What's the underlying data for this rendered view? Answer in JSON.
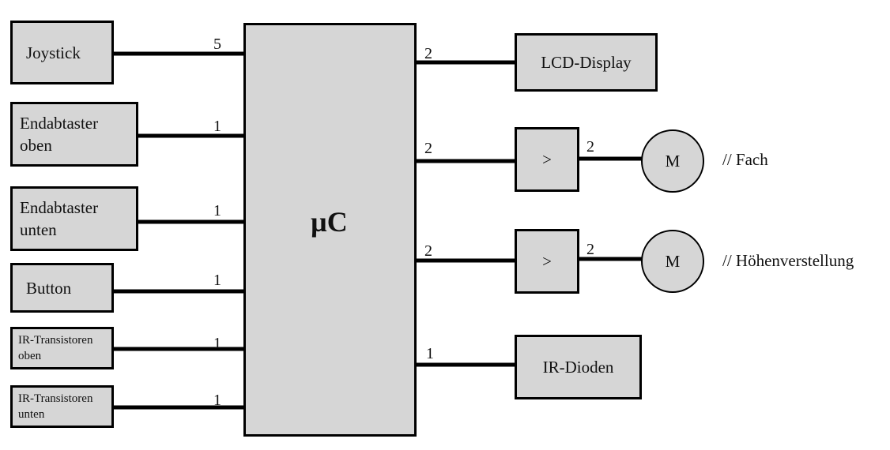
{
  "microcontroller": {
    "label": "µC"
  },
  "inputs": [
    {
      "name": "joystick",
      "lines": [
        "Joystick"
      ],
      "wires": "5"
    },
    {
      "name": "endabtaster-oben",
      "lines": [
        "Endabtaster",
        "oben"
      ],
      "wires": "1"
    },
    {
      "name": "endabtaster-unten",
      "lines": [
        "Endabtaster",
        "unten"
      ],
      "wires": "1"
    },
    {
      "name": "button",
      "lines": [
        "Button"
      ],
      "wires": "1"
    },
    {
      "name": "ir-transistoren-oben",
      "lines": [
        "IR-Transistoren",
        "oben"
      ],
      "wires": "1"
    },
    {
      "name": "ir-transistoren-unten",
      "lines": [
        "IR-Transistoren",
        "unten"
      ],
      "wires": "1"
    }
  ],
  "outputs": {
    "lcd": {
      "label": "LCD-Display",
      "wires": "2"
    },
    "fach": {
      "driver": ">",
      "wires_in": "2",
      "wires_out": "2",
      "motor": "M",
      "comment": "// Fach"
    },
    "hoehe": {
      "driver": ">",
      "wires_in": "2",
      "wires_out": "2",
      "motor": "M",
      "comment": "// Höhenverstellung"
    },
    "ir_dioden": {
      "label": "IR-Dioden",
      "wires": "1"
    }
  }
}
